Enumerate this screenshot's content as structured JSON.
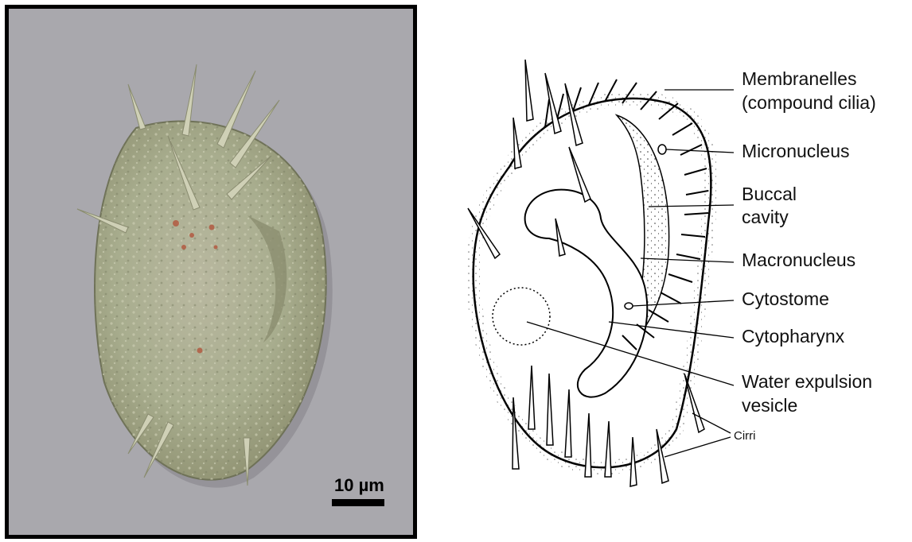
{
  "micrograph": {
    "scale_bar_label": "10 µm"
  },
  "diagram": {
    "labels": {
      "membranelles_line1": "Membranelles",
      "membranelles_line2": "(compound cilia)",
      "micronucleus": "Micronucleus",
      "buccal_line1": "Buccal",
      "buccal_line2": "cavity",
      "macronucleus": "Macronucleus",
      "cytostome": "Cytostome",
      "cytopharynx": "Cytopharynx",
      "water_line1": "Water expulsion",
      "water_line2": "vesicle",
      "cirri": "Cirri"
    }
  },
  "colors": {
    "photo_background": "#a9a8ad",
    "cell_body": "#b3b79a",
    "outline": "#000000"
  }
}
